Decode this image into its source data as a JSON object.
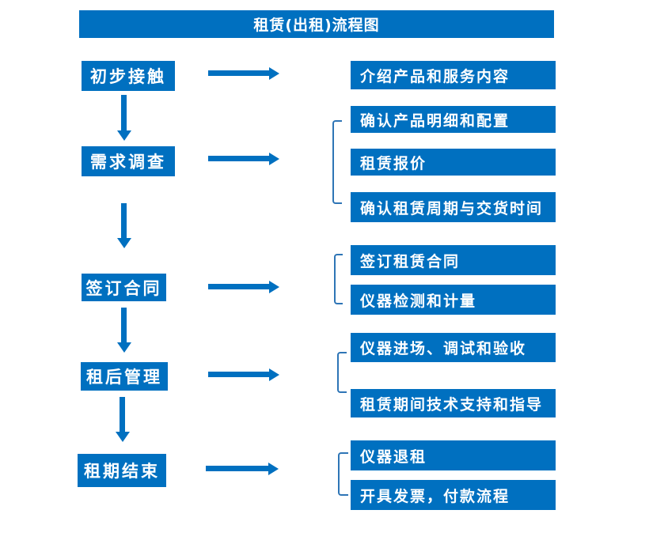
{
  "title": "租赁(出租)流程图",
  "colors": {
    "primary": "#0070C0",
    "bracket": "#2E75B6",
    "text-on-primary": "#FFFFFF"
  },
  "steps": [
    {
      "label": "初步接触",
      "outputs": [
        "介绍产品和服务内容"
      ]
    },
    {
      "label": "需求调查",
      "outputs": [
        "确认产品明细和配置",
        "租赁报价",
        "确认租赁周期与交货时间"
      ]
    },
    {
      "label": "签订合同",
      "outputs": [
        "签订租赁合同",
        "仪器检测和计量"
      ]
    },
    {
      "label": "租后管理",
      "outputs": [
        "仪器进场、调试和验收",
        "租赁期间技术支持和指导"
      ]
    },
    {
      "label": "租期结束",
      "outputs": [
        "仪器退租",
        "开具发票，付款流程"
      ]
    }
  ]
}
